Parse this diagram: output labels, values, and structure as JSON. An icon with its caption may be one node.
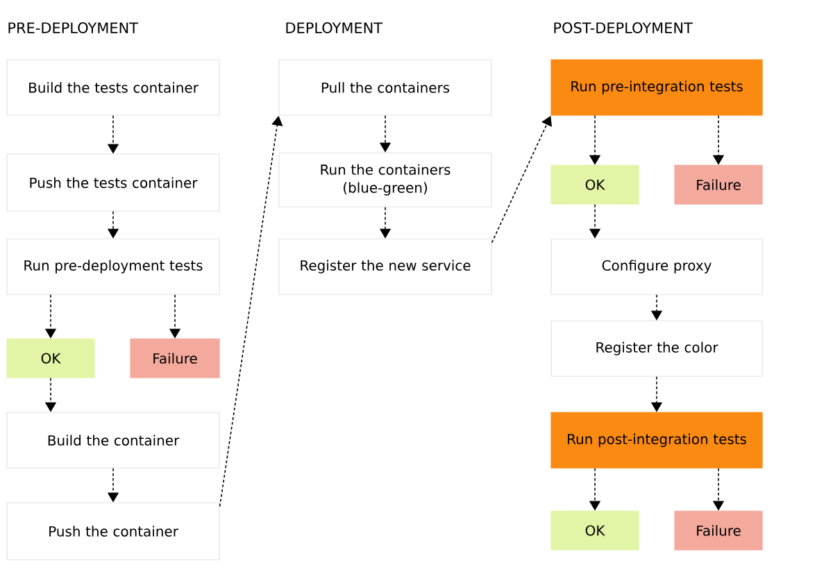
{
  "diagram": {
    "nodes": [
      {
        "text": [
          "Build the tests container"
        ]
      },
      {
        "text": [
          "Push the tests container"
        ]
      },
      {
        "text": [
          "Run pre-deployment tests"
        ]
      },
      {
        "text": [
          "OK"
        ]
      },
      {
        "text": [
          "Failure"
        ]
      },
      {
        "text": [
          "Build the container"
        ]
      },
      {
        "text": [
          "Push the container"
        ]
      },
      {
        "text": [
          "Pull the containers"
        ]
      },
      {
        "text": [
          "Run the containers (blue-green)"
        ]
      },
      {
        "text": [
          "Register the new service"
        ]
      },
      {
        "text": [
          "Run pre-integration tests"
        ]
      },
      {
        "text": [
          "OK"
        ]
      },
      {
        "text": [
          "Failure"
        ]
      },
      {
        "text": [
          "Configure proxy"
        ]
      },
      {
        "text": [
          "Register the color"
        ]
      },
      {
        "text": [
          "Run post-integration tests"
        ]
      },
      {
        "text": [
          "OK"
        ]
      },
      {
        "text": [
          "Failure"
        ]
      }
    ],
    "edges": [
      {
        "from": 0,
        "to": 1,
        "arrow": "to",
        "style": "dashed"
      },
      {
        "from": 1,
        "to": 2,
        "arrow": "to",
        "style": "dashed"
      },
      {
        "from": 2,
        "to": 3,
        "arrow": "to",
        "style": "dashed"
      },
      {
        "from": 2,
        "to": 4,
        "arrow": "to",
        "style": "dashed"
      },
      {
        "from": 3,
        "to": 5,
        "arrow": "to",
        "style": "dashed"
      },
      {
        "from": 5,
        "to": 6,
        "arrow": "to",
        "style": "dashed"
      },
      {
        "from": 6,
        "to": 7,
        "arrow": "to",
        "style": "dashed"
      },
      {
        "from": 7,
        "to": 8,
        "arrow": "to",
        "style": "dashed"
      },
      {
        "from": 8,
        "to": 9,
        "arrow": "to",
        "style": "dashed"
      },
      {
        "from": 9,
        "to": 10,
        "arrow": "to",
        "style": "dashed"
      },
      {
        "from": 10,
        "to": 11,
        "arrow": "to",
        "style": "dashed"
      },
      {
        "from": 10,
        "to": 12,
        "arrow": "to",
        "style": "dashed"
      },
      {
        "from": 11,
        "to": 13,
        "arrow": "to",
        "style": "dashed"
      },
      {
        "from": 13,
        "to": 14,
        "arrow": "to",
        "style": "dashed"
      },
      {
        "from": 14,
        "to": 15,
        "arrow": "to",
        "style": "dashed"
      },
      {
        "from": 15,
        "to": 16,
        "arrow": "to",
        "style": "dashed"
      },
      {
        "from": 15,
        "to": 17,
        "arrow": "to",
        "style": "dashed"
      }
    ],
    "labels": [
      "PRE-DEPLOYMENT",
      "DEPLOYMENT",
      "POST-DEPLOYMENT"
    ]
  }
}
